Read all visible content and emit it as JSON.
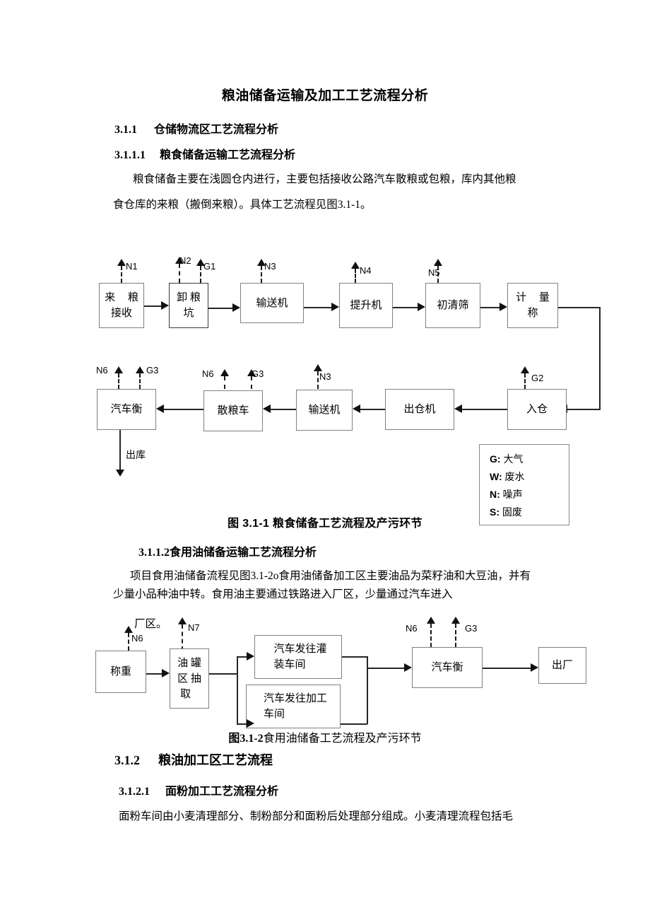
{
  "document": {
    "title": "粮油储备运输及加工工艺流程分析"
  },
  "headings": {
    "h_3_1_1": {
      "num": "3.1.1",
      "text": "仓储物流区工艺流程分析"
    },
    "h_3_1_1_1": {
      "num": "3.1.1.1",
      "text": "粮食储备运输工艺流程分析"
    },
    "h_3_1_1_2": {
      "num": "3.1.1.2",
      "text": "食用油储备运输工艺流程分析"
    },
    "h_3_1_2": {
      "num": "3.1.2",
      "text": "粮油加工区工艺流程"
    },
    "h_3_1_2_1": {
      "num": "3.1.2.1",
      "text": "面粉加工工艺流程分析"
    }
  },
  "paragraphs": {
    "p1_line1": "粮食储备主要在浅圆仓内进行，主要包括接收公路汽车散粮或包粮，库内其他粮",
    "p1_line2": "食仓库的来粮（搬倒来粮）。具体工艺流程见图3.1-1。",
    "p2_line1": "项目食用油储备流程见图3.1-2o食用油储备加工区主要油品为菜籽油和大豆油，并有",
    "p2_line2": "少量小品种油中转。食用油主要通过铁路进入厂区，少量通过汽车进入",
    "p2_line3": "厂区。",
    "p3_line1": "面粉车间由小麦清理部分、制粉部分和面粉后处理部分组成。小麦清理流程包括毛"
  },
  "figures": {
    "fig1": {
      "caption_num": "图 3.1-1",
      "caption_text": "粮食储备工艺流程及产污环节",
      "row1_nodes": [
        {
          "label_lines": [
            "来 粮",
            "接收"
          ],
          "emission": "N1"
        },
        {
          "label_lines": [
            "卸 粮",
            "坑"
          ],
          "emission": "N2",
          "emission2": "G1"
        },
        {
          "label_lines": [
            "输送机"
          ],
          "emission": "N3"
        },
        {
          "label_lines": [
            "提升机"
          ],
          "emission": "N4"
        },
        {
          "label_lines": [
            "初清筛"
          ],
          "emission": "N5"
        },
        {
          "label_lines": [
            "计 量",
            "称"
          ],
          "emission": ""
        }
      ],
      "row2_nodes": [
        {
          "label_lines": [
            "汽车衡"
          ],
          "emission": "N6",
          "emission2": "G3"
        },
        {
          "label_lines": [
            "散粮车"
          ],
          "emission": "N6",
          "emission2": "G3"
        },
        {
          "label_lines": [
            "输送机"
          ],
          "emission": "N3"
        },
        {
          "label_lines": [
            "出仓机"
          ],
          "emission": ""
        },
        {
          "label_lines": [
            "入仓"
          ],
          "emission": "G2"
        }
      ],
      "outlet_label": "出库",
      "legend": [
        {
          "key": "G:",
          "value": "大气"
        },
        {
          "key": "W:",
          "value": "废水"
        },
        {
          "key": "N:",
          "value": "噪声"
        },
        {
          "key": "S:",
          "value": "固废"
        }
      ]
    },
    "fig2": {
      "caption_num": "图3.1-2",
      "caption_text": "食用油储备工艺流程及产污环节",
      "nodes": [
        {
          "label_lines": [
            "称重"
          ],
          "emission": "N6"
        },
        {
          "label_lines": [
            "油 罐",
            "区 抽",
            "取"
          ],
          "emission": "N7"
        },
        {
          "label_lines": [
            "汽车发往灌",
            "装车间"
          ],
          "emission": ""
        },
        {
          "label_lines": [
            "汽车发往加工",
            "车间"
          ],
          "emission": ""
        },
        {
          "label_lines": [
            "汽车衡"
          ],
          "emission": "N6",
          "emission2": "G3"
        },
        {
          "label_lines": [
            "出厂"
          ],
          "emission": ""
        }
      ]
    }
  },
  "colors": {
    "box_border": "#808080",
    "box_border_dark": "#3a3a3a",
    "line": "#262626",
    "text": "#000000",
    "page_bg": "#ffffff"
  }
}
